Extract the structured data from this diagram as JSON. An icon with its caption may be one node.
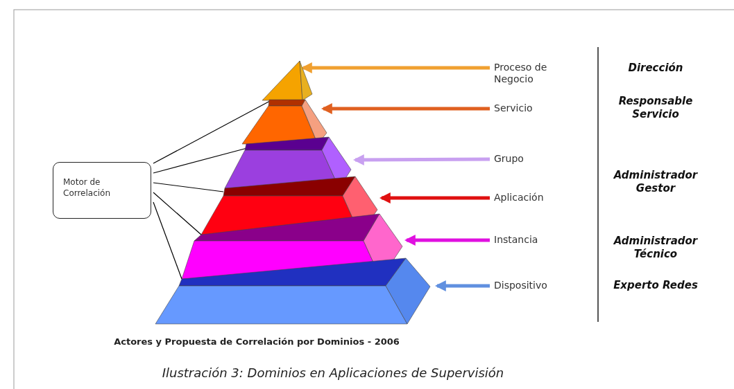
{
  "diagram": {
    "caption": "Ilustración 3: Dominios en Aplicaciones de Supervisión",
    "nodes": [
      {
        "text": [
          "Motor de Correlación"
        ]
      },
      {
        "text": [],
        "shape": "triangle"
      },
      {
        "text": [],
        "shape": "trapezoid"
      },
      {
        "text": [],
        "shape": "trapezoid"
      },
      {
        "text": [],
        "shape": "trapezoid"
      },
      {
        "text": [],
        "shape": "trapezoid"
      },
      {
        "text": [],
        "shape": "trapezoid"
      },
      {
        "text": [
          "Proceso de Negocio"
        ]
      },
      {
        "text": [
          "Servicio"
        ]
      },
      {
        "text": [
          "Grupo"
        ]
      },
      {
        "text": [
          "Aplicación"
        ]
      },
      {
        "text": [
          "Instancia"
        ]
      },
      {
        "text": [
          "Dispositivo"
        ]
      }
    ],
    "edges": [
      {
        "from": 0,
        "to": 2,
        "arrow": "none"
      },
      {
        "from": 0,
        "to": 3,
        "arrow": "none"
      },
      {
        "from": 0,
        "to": 4,
        "arrow": "none"
      },
      {
        "from": 0,
        "to": 5,
        "arrow": "none"
      },
      {
        "from": 0,
        "to": 6,
        "arrow": "none"
      },
      {
        "from": 7,
        "to": 1,
        "arrow": "to",
        "color": "#f0a030"
      },
      {
        "from": 8,
        "to": 2,
        "arrow": "to",
        "color": "#e06020"
      },
      {
        "from": 9,
        "to": 3,
        "arrow": "to",
        "color": "#c8a0f0"
      },
      {
        "from": 10,
        "to": 4,
        "arrow": "to",
        "color": "#e01010"
      },
      {
        "from": 11,
        "to": 5,
        "arrow": "to",
        "color": "#e010e0"
      },
      {
        "from": 12,
        "to": 6,
        "arrow": "to",
        "color": "#6090e0"
      }
    ],
    "labels": [
      "Dirección",
      "Responsable Servicio",
      "Administrador Gestor",
      "Administrador Técnico",
      "Experto Redes",
      "Actores y Propuesta de Correlación por Dominios - 2006"
    ]
  }
}
